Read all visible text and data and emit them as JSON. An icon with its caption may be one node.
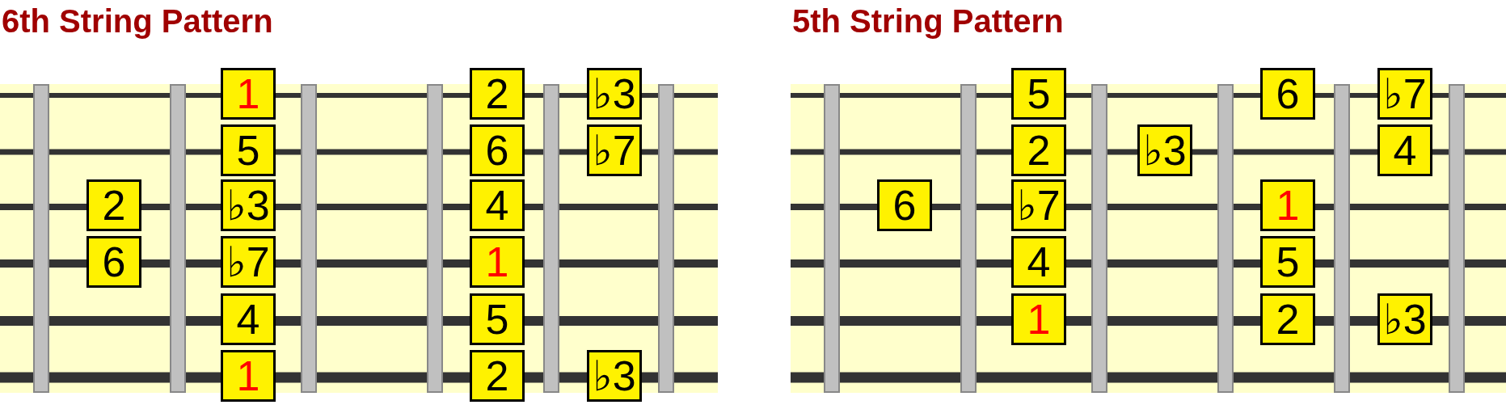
{
  "diagram": {
    "nodes": [
      {
        "text": [
          "6th String Pattern"
        ]
      },
      {
        "text": [
          "1"
        ],
        "in": 0
      },
      {
        "text": [
          "2"
        ],
        "in": 0
      },
      {
        "text": [
          "♭3"
        ],
        "in": 0
      },
      {
        "text": [
          "5"
        ],
        "in": 0
      },
      {
        "text": [
          "6"
        ],
        "in": 0
      },
      {
        "text": [
          "♭7"
        ],
        "in": 0
      },
      {
        "text": [
          "2"
        ],
        "in": 0
      },
      {
        "text": [
          "♭3"
        ],
        "in": 0
      },
      {
        "text": [
          "4"
        ],
        "in": 0
      },
      {
        "text": [
          "6"
        ],
        "in": 0
      },
      {
        "text": [
          "♭7"
        ],
        "in": 0
      },
      {
        "text": [
          "1"
        ],
        "in": 0
      },
      {
        "text": [
          "4"
        ],
        "in": 0
      },
      {
        "text": [
          "5"
        ],
        "in": 0
      },
      {
        "text": [
          "1"
        ],
        "in": 0
      },
      {
        "text": [
          "2"
        ],
        "in": 0
      },
      {
        "text": [
          "♭3"
        ],
        "in": 0
      },
      {
        "text": [
          "5th String Pattern"
        ]
      },
      {
        "text": [
          "5"
        ],
        "in": 18
      },
      {
        "text": [
          "6"
        ],
        "in": 18
      },
      {
        "text": [
          "♭7"
        ],
        "in": 18
      },
      {
        "text": [
          "2"
        ],
        "in": 18
      },
      {
        "text": [
          "♭3"
        ],
        "in": 18
      },
      {
        "text": [
          "4"
        ],
        "in": 18
      },
      {
        "text": [
          "6"
        ],
        "in": 18
      },
      {
        "text": [
          "♭7"
        ],
        "in": 18
      },
      {
        "text": [
          "1"
        ],
        "in": 18
      },
      {
        "text": [
          "4"
        ],
        "in": 18
      },
      {
        "text": [
          "5"
        ],
        "in": 18
      },
      {
        "text": [
          "1"
        ],
        "in": 18
      },
      {
        "text": [
          "2"
        ],
        "in": 18
      },
      {
        "text": [
          "♭3"
        ],
        "in": 18
      }
    ]
  }
}
